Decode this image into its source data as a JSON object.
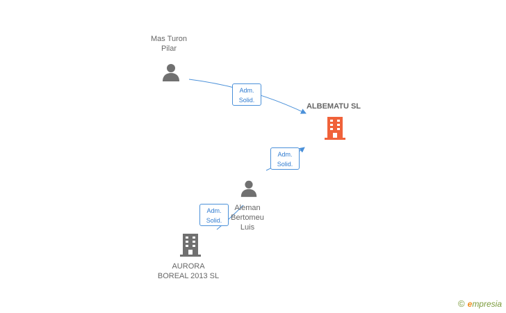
{
  "nodes": {
    "person_top": {
      "name_line1": "Mas Turon",
      "name_line2": "Pilar",
      "icon": "person-icon",
      "color": "#707070"
    },
    "company_main": {
      "name": "ALBEMATU SL",
      "icon": "building-icon",
      "color": "#f0623a"
    },
    "person_middle": {
      "name_line1": "Aleman",
      "name_line2": "Bertomeu",
      "name_line3": "Luis",
      "icon": "person-icon",
      "color": "#707070"
    },
    "company_bottom": {
      "name_line1": "AURORA",
      "name_line2": "BOREAL 2013 SL",
      "icon": "building-icon",
      "color": "#707070"
    }
  },
  "edges": [
    {
      "from": "person_top",
      "to": "company_main",
      "line1": "Adm.",
      "line2": "Solid."
    },
    {
      "from": "person_middle",
      "to": "company_main",
      "line1": "Adm.",
      "line2": "Solid."
    },
    {
      "from": "company_bottom",
      "to": "person_middle",
      "line1": "Adm.",
      "line2": "Solid."
    }
  ],
  "colors": {
    "edge": "#4a90d9",
    "label": "#666666"
  },
  "branding": {
    "copyright_symbol": "©",
    "initial": "e",
    "rest": "mpresia"
  }
}
